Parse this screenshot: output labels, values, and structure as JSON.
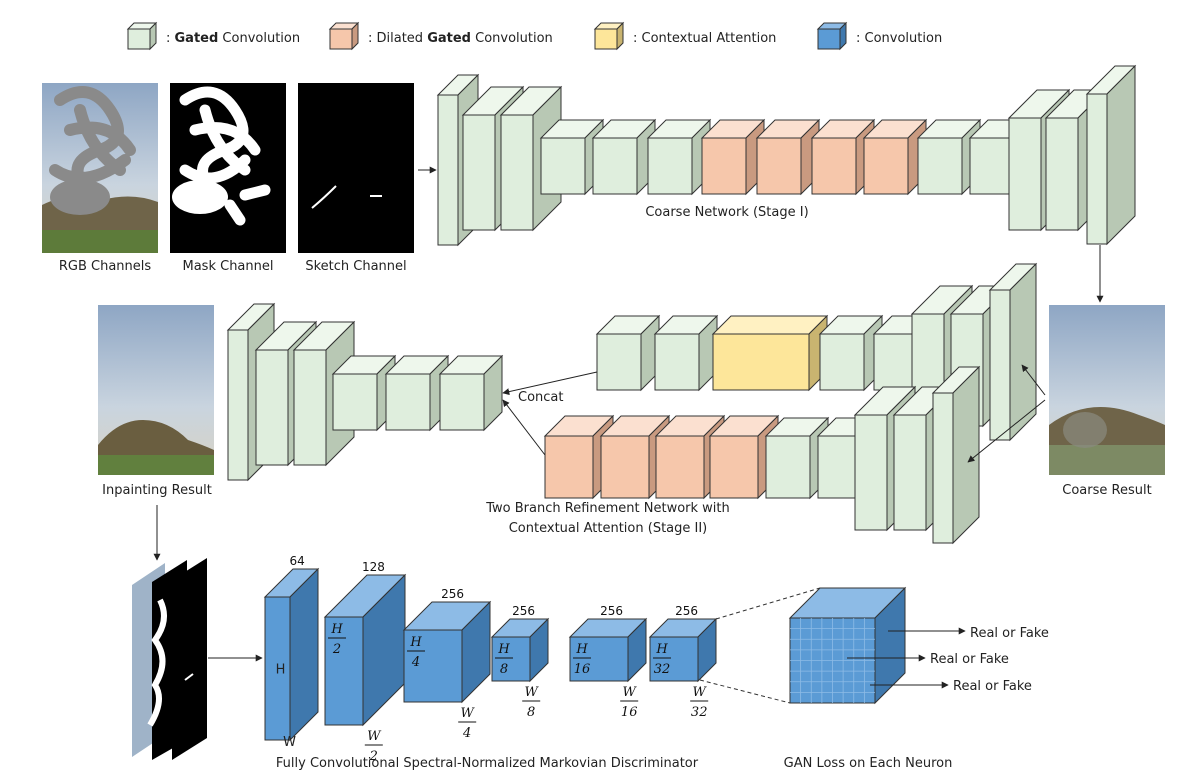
{
  "legend": [
    {
      "bold": "Gated",
      "prefix": ": ",
      "suffix": " Convolution",
      "color": "#dfeedd"
    },
    {
      "prefix": ": Dilated ",
      "bold": "Gated",
      "suffix": " Convolution",
      "color": "#f6c7ab"
    },
    {
      "prefix": ": Contextual Attention",
      "bold": "",
      "suffix": "",
      "color": "#fde69a"
    },
    {
      "prefix": ": Convolution",
      "bold": "",
      "suffix": "",
      "color": "#5b9bd5"
    }
  ],
  "inputs": {
    "rgb_label": "RGB Channels",
    "mask_label": "Mask Channel",
    "sketch_label": "Sketch Channel"
  },
  "stage1": {
    "label": "Coarse Network (Stage I)"
  },
  "stage2": {
    "label_line1": "Two Branch Refinement Network with",
    "label_line2": "Contextual Attention (Stage II)",
    "concat_label": "Concat"
  },
  "results": {
    "coarse_label": "Coarse Result",
    "inpainting_label": "Inpainting Result"
  },
  "discriminator": {
    "label": "Fully Convolutional Spectral-Normalized Markovian Discriminator",
    "h_label": "H",
    "w_label": "W",
    "channels": [
      "64",
      "128",
      "256",
      "256",
      "256",
      "256"
    ],
    "height_labels": [
      "H",
      "H/2",
      "H/4",
      "H/8",
      "H/16",
      "H/32"
    ],
    "width_labels": [
      "W",
      "W/2",
      "W/4",
      "W/8",
      "W/16",
      "W/32"
    ]
  },
  "gan": {
    "label": "GAN Loss on Each Neuron",
    "outputs": [
      "Real or Fake",
      "Real or Fake",
      "Real or Fake"
    ]
  },
  "colors": {
    "gated": "#dfeedd",
    "dilated": "#f6c7ab",
    "attention": "#fde69a",
    "conv": "#5b9bd5",
    "edge": "#333333"
  }
}
